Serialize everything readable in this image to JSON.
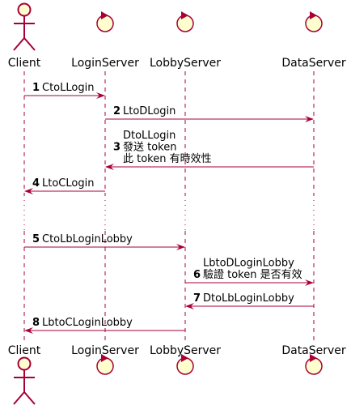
{
  "participants": [
    {
      "id": "client",
      "label": "Client",
      "kind": "actor"
    },
    {
      "id": "login",
      "label": "LoginServer",
      "kind": "control"
    },
    {
      "id": "lobby",
      "label": "LobbyServer",
      "kind": "control"
    },
    {
      "id": "data",
      "label": "DataServer",
      "kind": "control"
    }
  ],
  "messages": [
    {
      "num": "1",
      "from": "client",
      "to": "login",
      "lines": [
        "CtoLLogin"
      ]
    },
    {
      "num": "2",
      "from": "login",
      "to": "data",
      "lines": [
        "LtoDLogin"
      ]
    },
    {
      "num": "3",
      "from": "data",
      "to": "login",
      "lines": [
        "DtoLLogin",
        "發送 token",
        "此 token 有時效性"
      ]
    },
    {
      "num": "4",
      "from": "login",
      "to": "client",
      "lines": [
        "LtoCLogin"
      ]
    },
    {
      "num": "5",
      "from": "client",
      "to": "lobby",
      "lines": [
        "CtoLbLoginLobby"
      ]
    },
    {
      "num": "6",
      "from": "lobby",
      "to": "data",
      "lines": [
        "LbtoDLoginLobby",
        "驗證 token 是否有效"
      ]
    },
    {
      "num": "7",
      "from": "data",
      "to": "lobby",
      "lines": [
        "DtoLbLoginLobby"
      ]
    },
    {
      "num": "8",
      "from": "lobby",
      "to": "client",
      "lines": [
        "LbtoCLoginLobby"
      ]
    }
  ],
  "colors": {
    "lifeline": "#A80036",
    "arrow": "#A80036",
    "fill": "#FEFECE",
    "text": "#000000"
  }
}
